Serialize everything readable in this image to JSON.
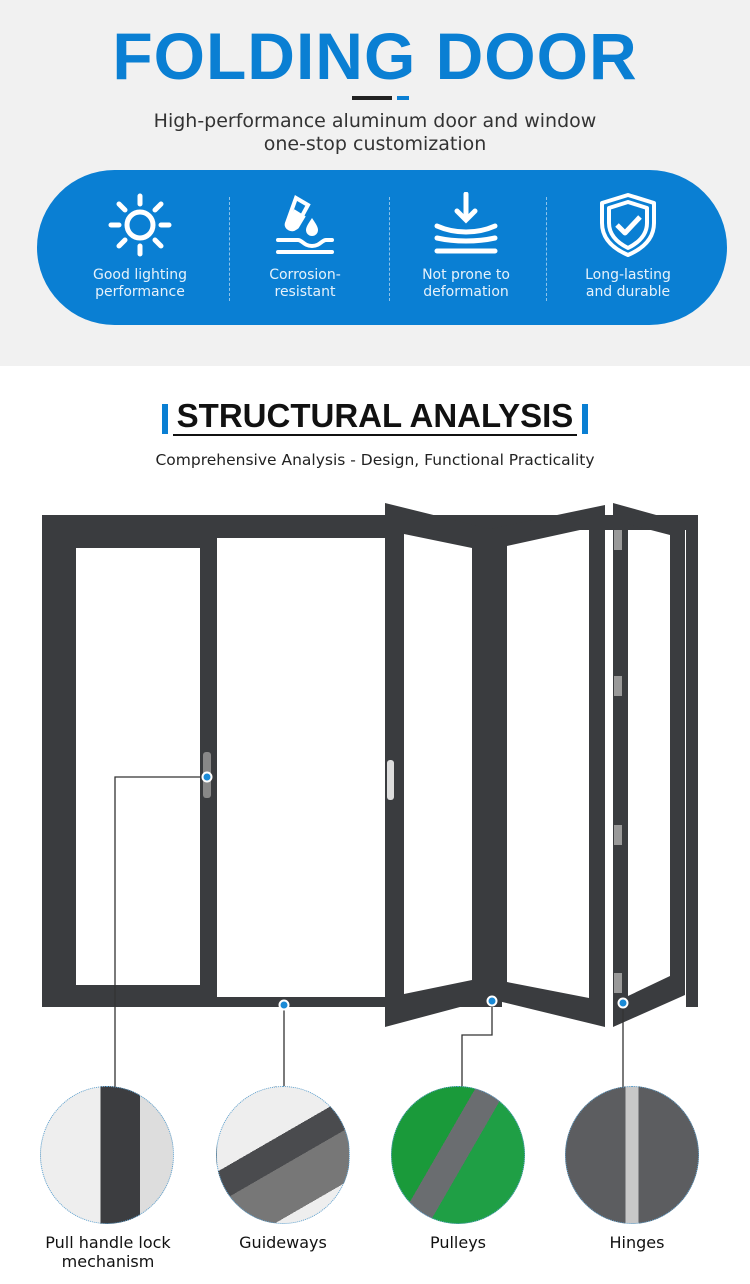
{
  "header": {
    "title": "FOLDING DOOR",
    "subtitle_line1": "High-performance aluminum door and window",
    "subtitle_line2": "one-stop customization",
    "accent": "#0a7fd3"
  },
  "features": [
    {
      "icon": "sun-icon",
      "label1": "Good lighting",
      "label2": "performance"
    },
    {
      "icon": "test-tube-drop-icon",
      "label1": "Corrosion-",
      "label2": "resistant"
    },
    {
      "icon": "pressure-arrow-icon",
      "label1": "Not prone to",
      "label2": "deformation"
    },
    {
      "icon": "shield-check-icon",
      "label1": "Long-lasting",
      "label2": "and durable"
    }
  ],
  "analysis": {
    "title": "STRUCTURAL ANALYSIS",
    "subtitle": "Comprehensive Analysis - Design, Functional Practicality"
  },
  "details": [
    {
      "label1": "Pull handle lock",
      "label2": "mechanism"
    },
    {
      "label1": "Guideways",
      "label2": ""
    },
    {
      "label1": "Pulleys",
      "label2": ""
    },
    {
      "label1": "Hinges",
      "label2": ""
    }
  ]
}
